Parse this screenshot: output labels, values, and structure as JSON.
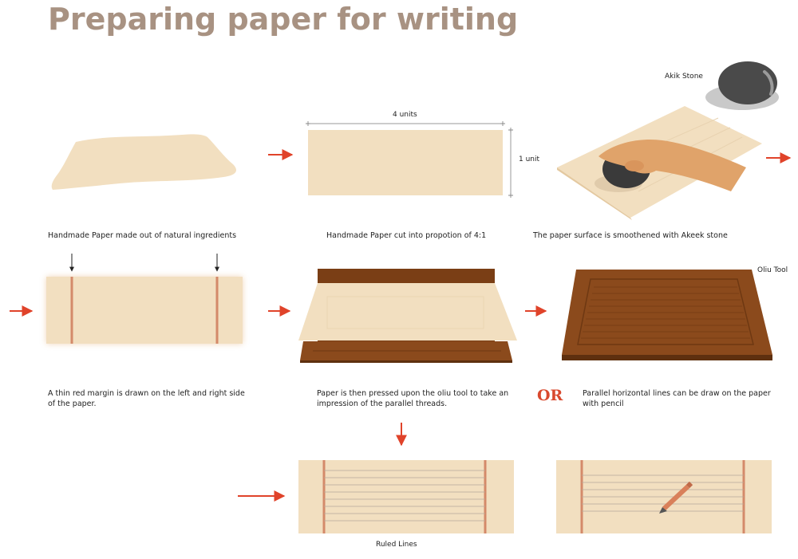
{
  "title": "Preparing paper for writing",
  "steps": {
    "handmade": {
      "caption": "Handmade Paper made out of natural ingredients"
    },
    "cut": {
      "caption": "Handmade Paper cut into propotion of 4:1",
      "width_label": "4 units",
      "height_label": "1 unit"
    },
    "smooth": {
      "caption": "The paper surface is smoothened with Akeek stone",
      "stone_label": "Akik Stone"
    },
    "margin": {
      "caption": "A thin red margin is drawn on the left and right side of the paper."
    },
    "press": {
      "caption": "Paper is then pressed upon the oliu tool to take an impression of the parallel threads."
    },
    "oliu": {
      "label": "Oliu Tool"
    },
    "pencil": {
      "caption": "Parallel horizontal lines can be draw on the paper with pencil"
    },
    "ruled": {
      "label": "Ruled Lines"
    }
  },
  "or_label": "OR",
  "colors": {
    "title": "#a89282",
    "paper": "#f2dfc0",
    "paper_dark": "#ecd3ad",
    "margin": "#d48a6a",
    "arrow": "#e0432a",
    "wood": "#8b4a1c",
    "wood_dark": "#6e3812",
    "stone": "#3a3a3a",
    "hand": "#e0a36a"
  }
}
